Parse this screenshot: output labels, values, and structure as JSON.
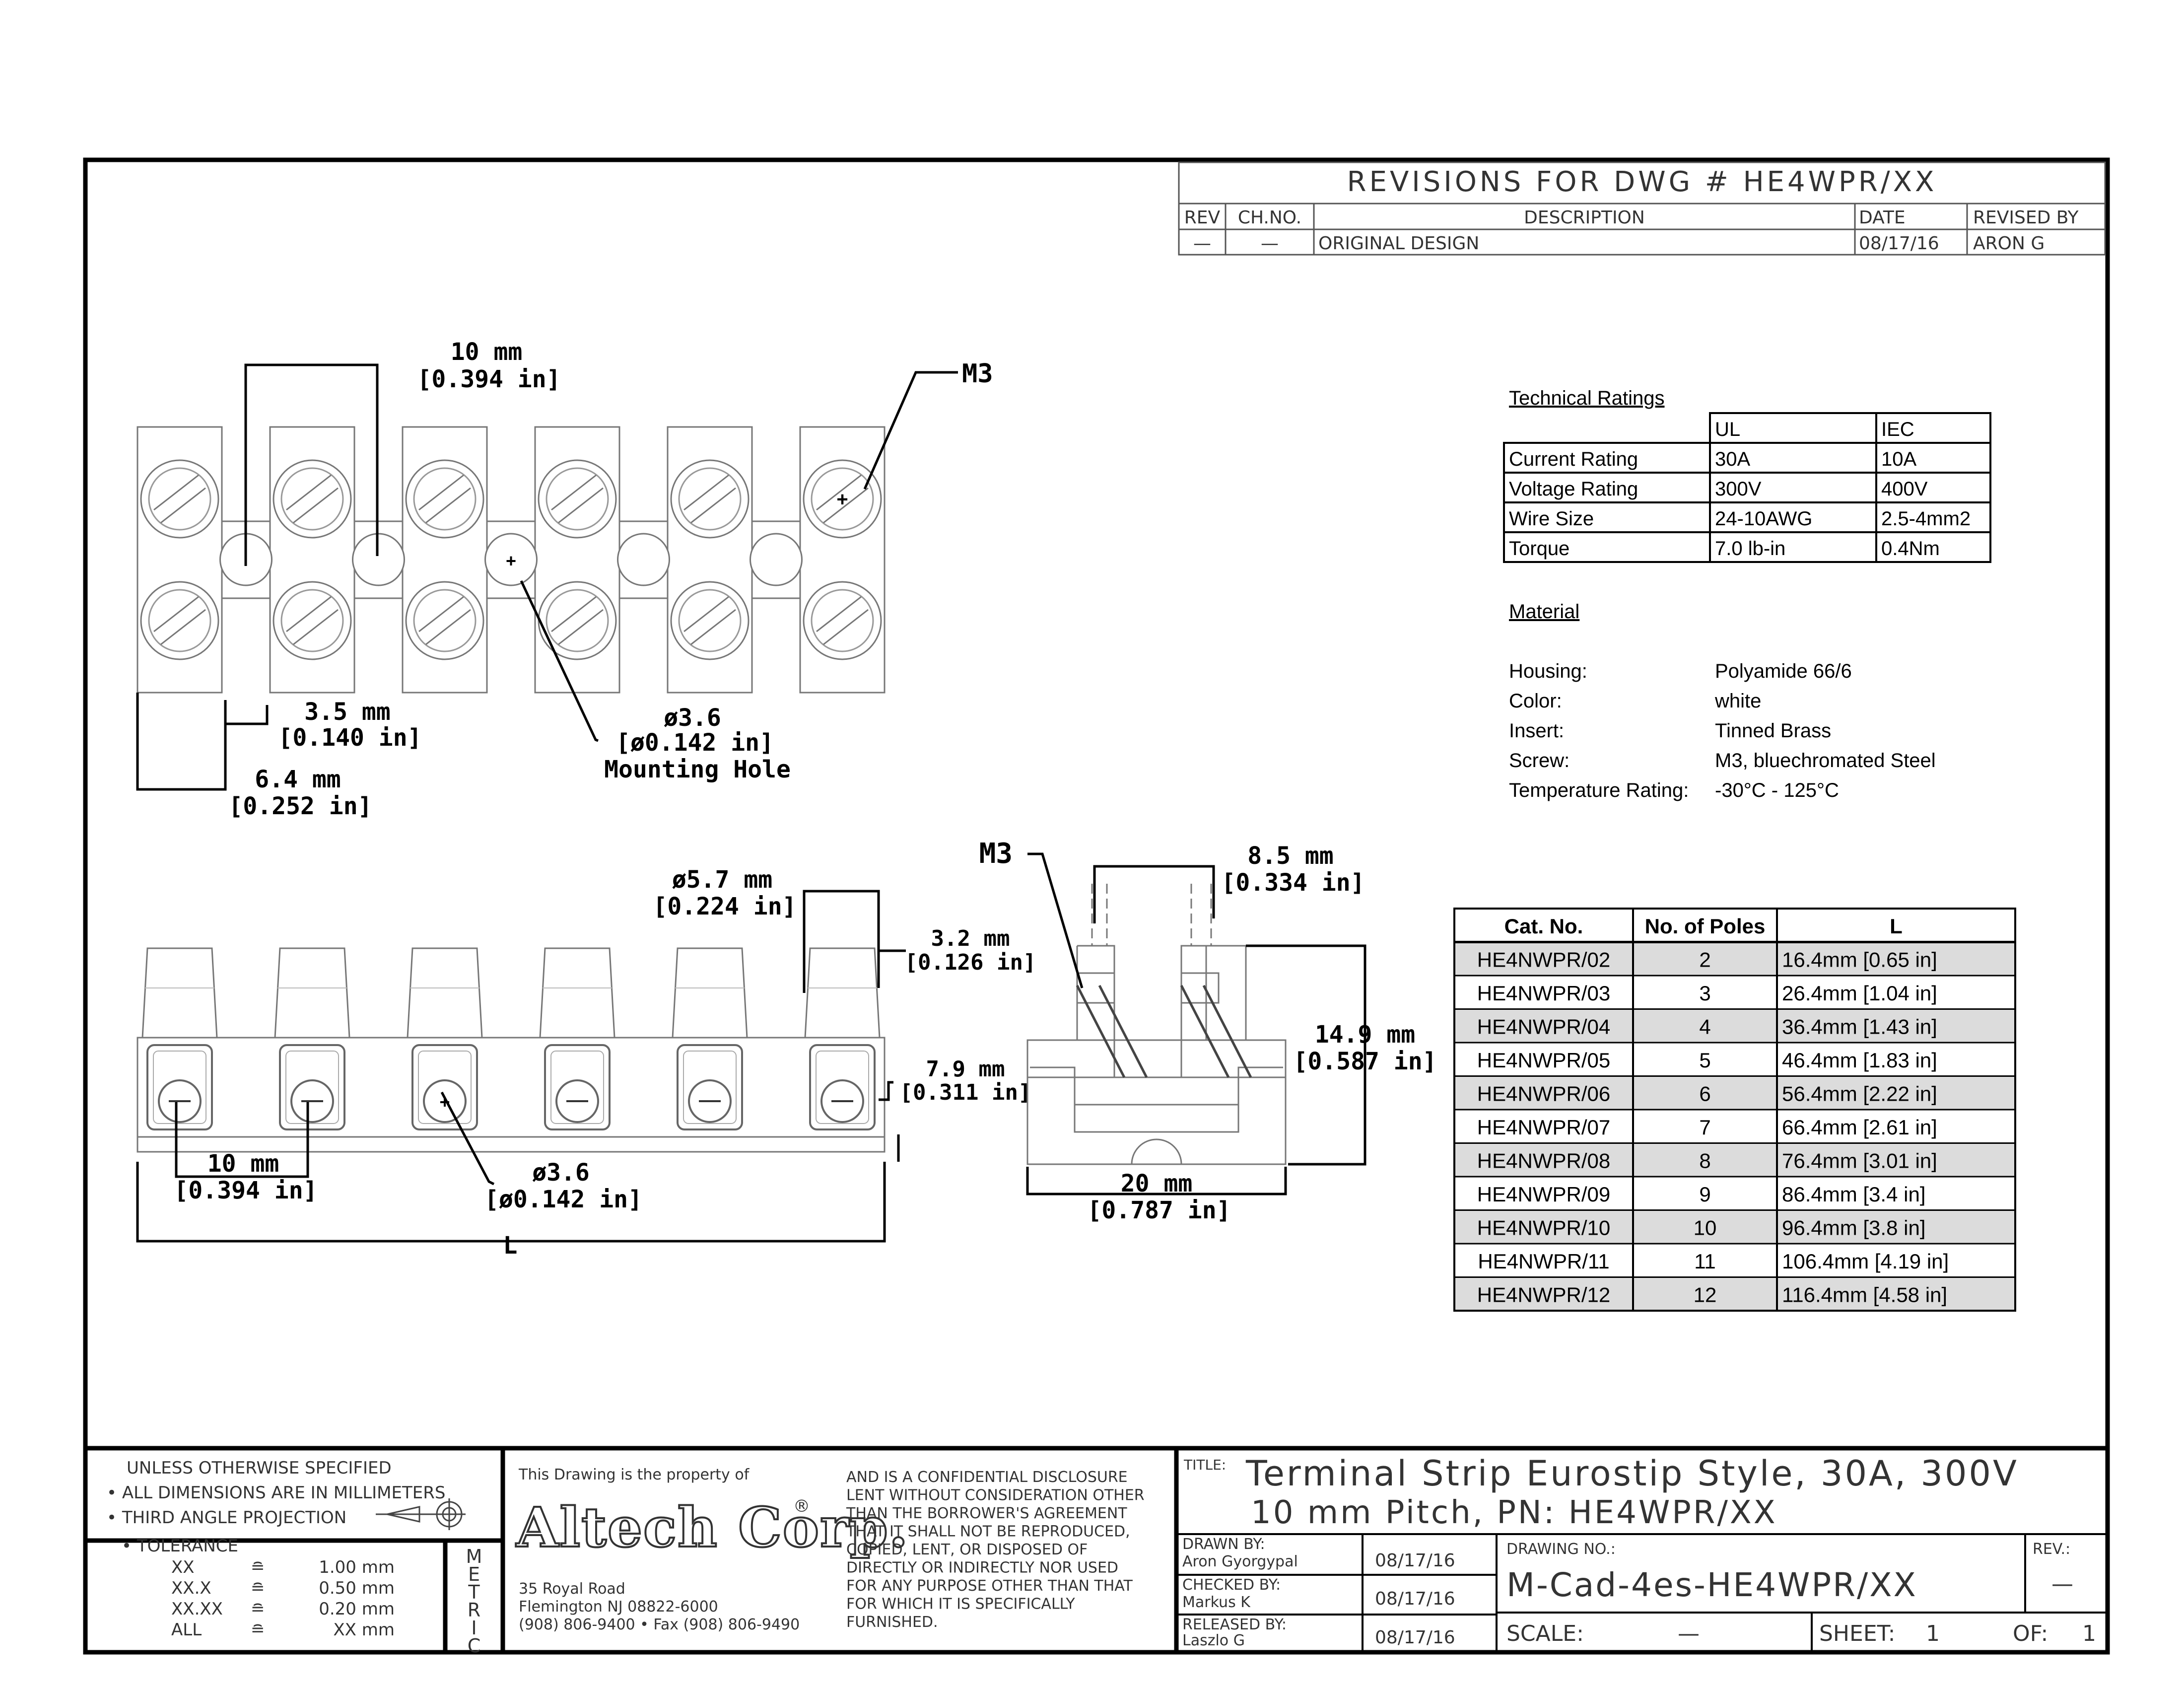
{
  "revisions": {
    "title": "REVISIONS FOR DWG # HE4WPR/XX",
    "headers": [
      "REV",
      "CH.NO.",
      "DESCRIPTION",
      "DATE",
      "REVISED BY"
    ],
    "row": [
      "—",
      "—",
      "ORIGINAL DESIGN",
      "08/17/16",
      "ARON G"
    ]
  },
  "technical_ratings": {
    "heading": "Technical Ratings",
    "columns": [
      "UL",
      "IEC"
    ],
    "rows": [
      {
        "label": "Current Rating",
        "ul": "30A",
        "iec": "10A"
      },
      {
        "label": "Voltage Rating",
        "ul": "300V",
        "iec": "400V"
      },
      {
        "label": "Wire Size",
        "ul": "24-10AWG",
        "iec": "2.5-4mm2"
      },
      {
        "label": "Torque",
        "ul": "7.0 lb-in",
        "iec": "0.4Nm"
      }
    ]
  },
  "material": {
    "heading": "Material",
    "rows": [
      {
        "label": "Housing:",
        "value": "Polyamide 66/6"
      },
      {
        "label": "Color:",
        "value": "white"
      },
      {
        "label": "Insert:",
        "value": "Tinned Brass"
      },
      {
        "label": "Screw:",
        "value": "M3, bluechromated Steel"
      },
      {
        "label": "Temperature Rating:",
        "value": "-30°C - 125°C"
      }
    ]
  },
  "catalog": {
    "headers": [
      "Cat. No.",
      "No. of Poles",
      "L"
    ],
    "rows": [
      {
        "cat": "HE4NWPR/02",
        "poles": "2",
        "L": "16.4mm [0.65 in]",
        "shaded": true
      },
      {
        "cat": "HE4NWPR/03",
        "poles": "3",
        "L": "26.4mm [1.04 in]",
        "shaded": false
      },
      {
        "cat": "HE4NWPR/04",
        "poles": "4",
        "L": "36.4mm [1.43 in]",
        "shaded": true
      },
      {
        "cat": "HE4NWPR/05",
        "poles": "5",
        "L": "46.4mm [1.83 in]",
        "shaded": false
      },
      {
        "cat": "HE4NWPR/06",
        "poles": "6",
        "L": "56.4mm [2.22 in]",
        "shaded": true
      },
      {
        "cat": "HE4NWPR/07",
        "poles": "7",
        "L": "66.4mm [2.61 in]",
        "shaded": false
      },
      {
        "cat": "HE4NWPR/08",
        "poles": "8",
        "L": "76.4mm [3.01 in]",
        "shaded": true
      },
      {
        "cat": "HE4NWPR/09",
        "poles": "9",
        "L": "86.4mm [3.4 in]",
        "shaded": false
      },
      {
        "cat": "HE4NWPR/10",
        "poles": "10",
        "L": "96.4mm [3.8 in]",
        "shaded": true
      },
      {
        "cat": "HE4NWPR/11",
        "poles": "11",
        "L": "106.4mm [4.19 in]",
        "shaded": false
      },
      {
        "cat": "HE4NWPR/12",
        "poles": "12",
        "L": "116.4mm [4.58 in]",
        "shaded": true
      }
    ]
  },
  "dimensions": {
    "pitch_mm": "10 mm",
    "pitch_in": "[0.394 in]",
    "m3_top": "M3",
    "d35_mm": "3.5 mm",
    "d35_in": "[0.140 in]",
    "d64_mm": "6.4 mm",
    "d64_in": "[0.252 in]",
    "hole_mm": "ø3.6",
    "hole_in": "[ø0.142 in]",
    "hole_label": "Mounting Hole",
    "d57_mm": "ø5.7 mm",
    "d57_in": "[0.224 in]",
    "d32_mm": "3.2 mm",
    "d32_in": "[0.126 in]",
    "d79_mm": "7.9 mm",
    "d79_in": "[0.311 in]",
    "front_pitch_mm": "10 mm",
    "front_pitch_in": "[0.394 in]",
    "front_hole_mm": "ø3.6",
    "front_hole_in": "[ø0.142 in]",
    "length_label": "L",
    "m3_side": "M3",
    "d85_mm": "8.5 mm",
    "d85_in": "[0.334 in]",
    "d149_mm": "14.9 mm",
    "d149_in": "[0.587 in]",
    "d20_mm": "20 mm",
    "d20_in": "[0.787 in]"
  },
  "title_block": {
    "notes": [
      "UNLESS OTHERWISE SPECIFIED",
      "• ALL DIMENSIONS ARE IN MILLIMETERS",
      "• THIRD ANGLE PROJECTION"
    ],
    "tolerance_heading": "• TOLERANCE",
    "tolerances": [
      {
        "fmt": "XX",
        "sym": "≘",
        "val": "1.00 mm"
      },
      {
        "fmt": "XX.X",
        "sym": "≘",
        "val": "0.50 mm"
      },
      {
        "fmt": "XX.XX",
        "sym": "≘",
        "val": "0.20 mm"
      },
      {
        "fmt": "ALL",
        "sym": "≘",
        "val": "XX mm"
      }
    ],
    "metric": [
      "M",
      "E",
      "T",
      "R",
      "I",
      "C"
    ],
    "property_of": "This Drawing is the property of",
    "company": "Altech Corp.",
    "registered": "®",
    "address": [
      "35 Royal Road",
      "Flemington NJ 08822-6000",
      "(908) 806-9400 • Fax (908) 806-9490"
    ],
    "confidential": [
      "AND IS A CONFIDENTIAL DISCLOSURE",
      "LENT WITHOUT CONSIDERATION OTHER",
      "THAN THE BORROWER'S AGREEMENT",
      "THAT IT SHALL NOT BE REPRODUCED,",
      "COPIED, LENT, OR DISPOSED OF",
      "DIRECTLY OR INDIRECTLY NOR USED",
      "FOR ANY PURPOSE OTHER THAN THAT",
      "FOR WHICH IT IS SPECIFICALLY",
      "FURNISHED."
    ],
    "title_label": "TITLE:",
    "title_line1": "Terminal Strip Eurostip Style, 30A, 300V",
    "title_line2": "10 mm Pitch, PN: HE4WPR/XX",
    "drawn_label": "DRAWN BY:",
    "drawn_name": "Aron Gyorgypal",
    "drawn_date": "08/17/16",
    "checked_label": "CHECKED BY:",
    "checked_name": "Markus K",
    "checked_date": "08/17/16",
    "released_label": "RELEASED BY:",
    "released_name": "Laszlo G",
    "released_date": "08/17/16",
    "drawing_no_label": "DRAWING NO.:",
    "drawing_no": "M-Cad-4es-HE4WPR/XX",
    "rev_label": "REV.:",
    "rev": "—",
    "scale_label": "SCALE:",
    "scale": "—",
    "sheet_label": "SHEET:",
    "sheet": "1",
    "of_label": "OF:",
    "of": "1"
  }
}
